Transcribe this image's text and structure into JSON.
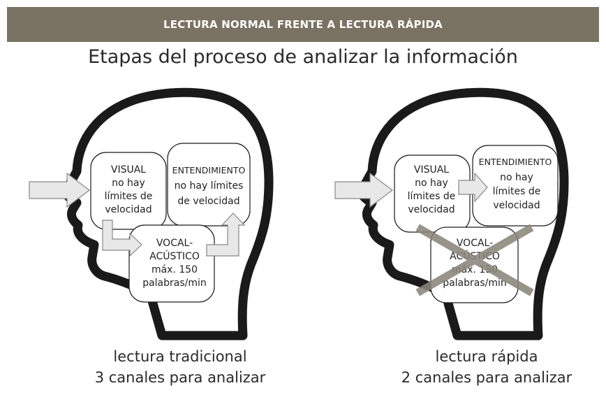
{
  "header": {
    "title": "LECTURA NORMAL FRENTE A LECTURA RÁPIDA"
  },
  "subtitle": "Etapas del proceso de analizar la información",
  "left": {
    "visual": [
      "VISUAL",
      "no hay",
      "límites de",
      "velocidad"
    ],
    "entendimiento": [
      "ENTENDIMIENTO",
      "no hay límites",
      "de velocidad"
    ],
    "vocal": [
      "VOCAL-",
      "ACÚSTICO",
      "máx. 150",
      "palabras/min"
    ],
    "caption_line1": "lectura tradicional",
    "caption_line2": "3 canales para analizar"
  },
  "right": {
    "visual": [
      "VISUAL",
      "no hay",
      "límites de",
      "velocidad"
    ],
    "entendimiento": [
      "ENTENDIMIENTO",
      "no hay",
      "límites de",
      "velocidad"
    ],
    "vocal": [
      "VOCAL-",
      "ACÚSTICO",
      "máx. 150",
      "palabras/min"
    ],
    "caption_line1": "lectura rápida",
    "caption_line2": "2 canales para analizar"
  },
  "colors": {
    "header_bg": "#7a7262",
    "outline": "#1a1a1a",
    "arrow_fill": "#e8e8e8",
    "cross": "#8a857c"
  }
}
